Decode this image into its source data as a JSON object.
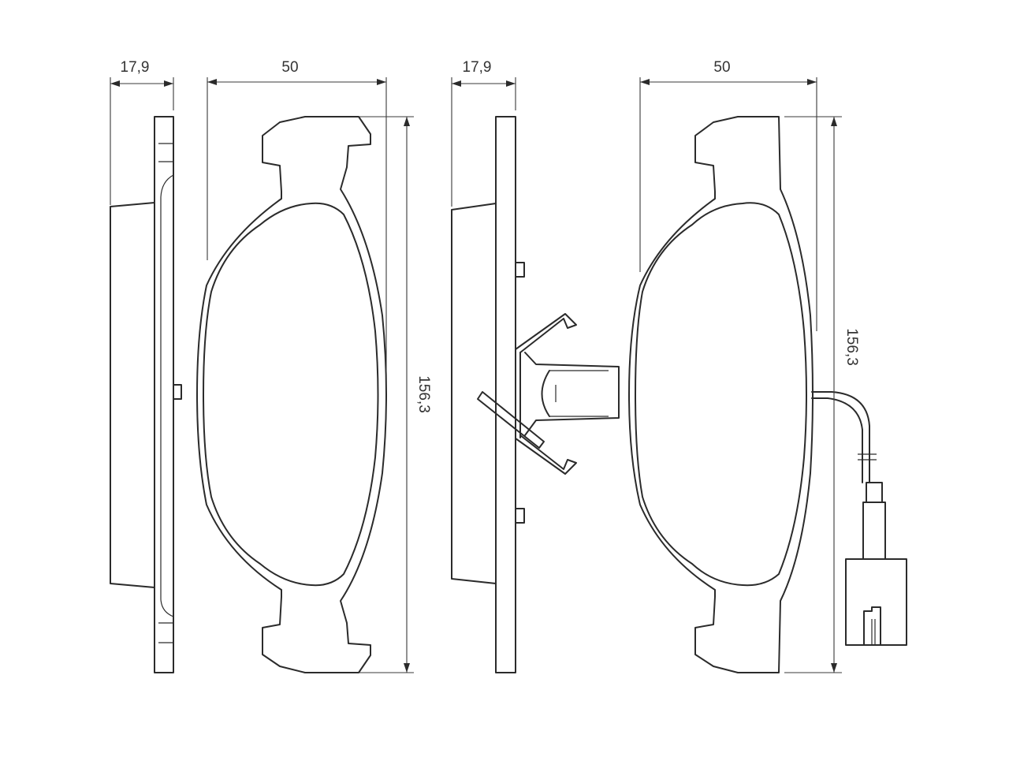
{
  "dimensions": {
    "left_pad_thickness": "17,9",
    "left_pad_width": "50",
    "left_pad_height": "156,3",
    "right_pad_thickness": "17,9",
    "right_pad_width": "50",
    "right_pad_height": "156,3"
  },
  "colors": {
    "line": "#2b2b2b",
    "background": "#ffffff"
  }
}
